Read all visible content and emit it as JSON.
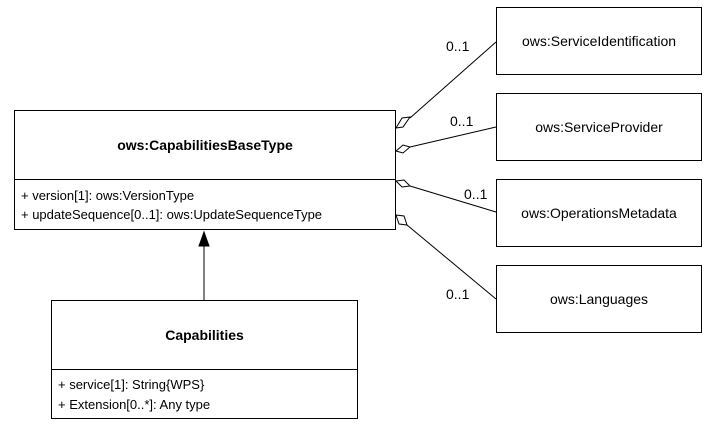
{
  "base_class": {
    "name": "ows:CapabilitiesBaseType",
    "attributes": [
      "+ version[1]: ows:VersionType",
      "+ updateSequence[0..1]: ows:UpdateSequenceType"
    ]
  },
  "sub_class": {
    "name": "Capabilities",
    "attributes": [
      "+ service[1]: String{WPS}",
      "+ Extension[0..*]: Any type"
    ]
  },
  "aggregations": [
    {
      "target": "ows:ServiceIdentification",
      "multiplicity": "0..1"
    },
    {
      "target": "ows:ServiceProvider",
      "multiplicity": "0..1"
    },
    {
      "target": "ows:OperationsMetadata",
      "multiplicity": "0..1"
    },
    {
      "target": "ows:Languages",
      "multiplicity": "0..1"
    }
  ]
}
